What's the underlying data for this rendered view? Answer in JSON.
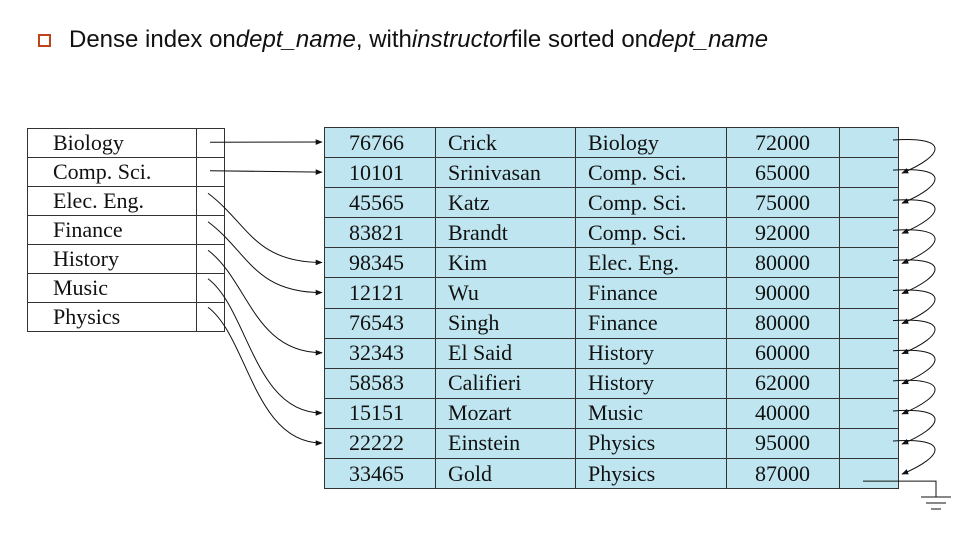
{
  "slide": {
    "title_parts": {
      "t1": "Dense index on ",
      "t2": "dept_name",
      "t3": ", with ",
      "t4": "instructor",
      "t5": " file sorted on ",
      "t6": "dept_name"
    },
    "bullet_color": "#c0431b"
  },
  "index": {
    "keys": [
      "Biology",
      "Comp. Sci.",
      "Elec. Eng.",
      "Finance",
      "History",
      "Music",
      "Physics"
    ]
  },
  "instructor_file": {
    "fill_color": "#bfe6f0",
    "records": [
      {
        "id": "76766",
        "name": "Crick",
        "dept": "Biology",
        "salary": "72000"
      },
      {
        "id": "10101",
        "name": "Srinivasan",
        "dept": "Comp. Sci.",
        "salary": "65000"
      },
      {
        "id": "45565",
        "name": "Katz",
        "dept": "Comp. Sci.",
        "salary": "75000"
      },
      {
        "id": "83821",
        "name": "Brandt",
        "dept": "Comp. Sci.",
        "salary": "92000"
      },
      {
        "id": "98345",
        "name": "Kim",
        "dept": "Elec. Eng.",
        "salary": "80000"
      },
      {
        "id": "12121",
        "name": "Wu",
        "dept": "Finance",
        "salary": "90000"
      },
      {
        "id": "76543",
        "name": "Singh",
        "dept": "Finance",
        "salary": "80000"
      },
      {
        "id": "32343",
        "name": "El Said",
        "dept": "History",
        "salary": "60000"
      },
      {
        "id": "58583",
        "name": "Califieri",
        "dept": "History",
        "salary": "62000"
      },
      {
        "id": "15151",
        "name": "Mozart",
        "dept": "Music",
        "salary": "40000"
      },
      {
        "id": "22222",
        "name": "Einstein",
        "dept": "Physics",
        "salary": "95000"
      },
      {
        "id": "33465",
        "name": "Gold",
        "dept": "Physics",
        "salary": "87000"
      }
    ]
  },
  "index_pointers": [
    {
      "key": "Biology",
      "target_record": 0
    },
    {
      "key": "Comp. Sci.",
      "target_record": 1
    },
    {
      "key": "Elec. Eng.",
      "target_record": 4
    },
    {
      "key": "Finance",
      "target_record": 5
    },
    {
      "key": "History",
      "target_record": 7
    },
    {
      "key": "Music",
      "target_record": 9
    },
    {
      "key": "Physics",
      "target_record": 10
    }
  ]
}
